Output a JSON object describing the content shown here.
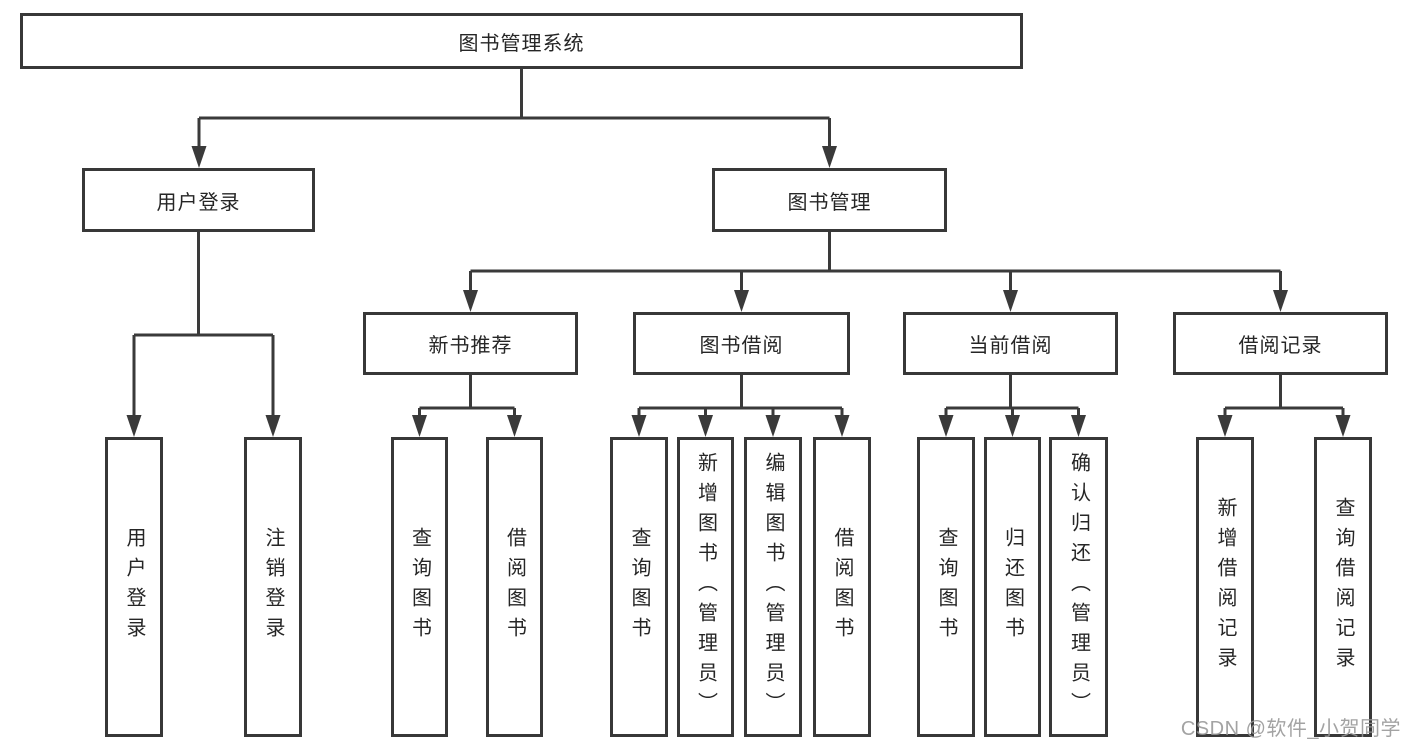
{
  "diagram_title": "图书管理系统",
  "tree": {
    "label": "图书管理系统",
    "children": [
      {
        "label": "用户登录",
        "children": [
          {
            "label": "用户登录"
          },
          {
            "label": "注销登录"
          }
        ]
      },
      {
        "label": "图书管理",
        "children": [
          {
            "label": "新书推荐",
            "children": [
              {
                "label": "查询图书"
              },
              {
                "label": "借阅图书"
              }
            ]
          },
          {
            "label": "图书借阅",
            "children": [
              {
                "label": "查询图书"
              },
              {
                "label": "新增图书（管理员）"
              },
              {
                "label": "编辑图书（管理员）"
              },
              {
                "label": "借阅图书"
              }
            ]
          },
          {
            "label": "当前借阅",
            "children": [
              {
                "label": "查询图书"
              },
              {
                "label": "归还图书"
              },
              {
                "label": "确认归还（管理员）"
              }
            ]
          },
          {
            "label": "借阅记录",
            "children": [
              {
                "label": "新增借阅记录"
              },
              {
                "label": "查询借阅记录"
              }
            ]
          }
        ]
      }
    ]
  },
  "watermark": "CSDN @软件_小贺同学",
  "colors": {
    "line": "#3a3a3a",
    "box_border": "#383838",
    "box_background": "#ffffff",
    "text": "#262626",
    "watermark": "#969696"
  }
}
